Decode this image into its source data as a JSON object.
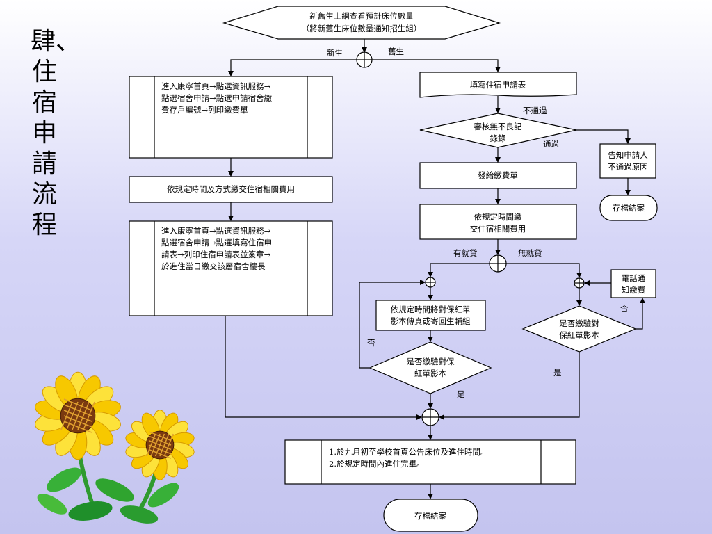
{
  "title": "肆、住宿申請流程",
  "nodes": {
    "start": [
      "新舊生上網查看預計床位數量",
      "（將新舊生床位數量通知招生組）"
    ],
    "branch_new": "新生",
    "branch_old": "舊生",
    "new_step1": [
      "進入康寧首頁→點選資訊服務→",
      "點選宿舍申請→點選申請宿舍繳",
      "費存戶編號→列印繳費單"
    ],
    "new_step2": "依規定時間及方式繳交住宿相關費用",
    "new_step3": [
      "進入康寧首頁→點選資訊服務→",
      "點選宿舍申請→點選填寫住宿申",
      "請表→列印住宿申請表並簽章→",
      "於進住當日繳交該層宿舍樓長"
    ],
    "old_step1": "填寫住宿申請表",
    "review": [
      "審核無不良記",
      "錄錄"
    ],
    "fail_label": "不通過",
    "pass_label": "通過",
    "notify": [
      "告知申請人",
      "不通過原因"
    ],
    "archive_side": "存檔結案",
    "issue_bill": "發給繳費單",
    "pay_fee": [
      "依規定時間繳",
      "交住宿相關費用"
    ],
    "has_loan": "有就貸",
    "no_loan": "無就貸",
    "send_copy": [
      "依規定時間將對保紅單",
      "影本傳真或寄回生輔組"
    ],
    "check_left": [
      "是否繳驗對保",
      "紅單影本"
    ],
    "check_right": [
      "是否繳驗對",
      "保紅單影本"
    ],
    "phone": [
      "電話通",
      "知繳費"
    ],
    "no": "否",
    "yes": "是",
    "announce": [
      "1.於九月初至學校首頁公告床位及進住時間。",
      "2.於規定時間內進住完畢。"
    ],
    "archive_end": "存檔結案"
  }
}
